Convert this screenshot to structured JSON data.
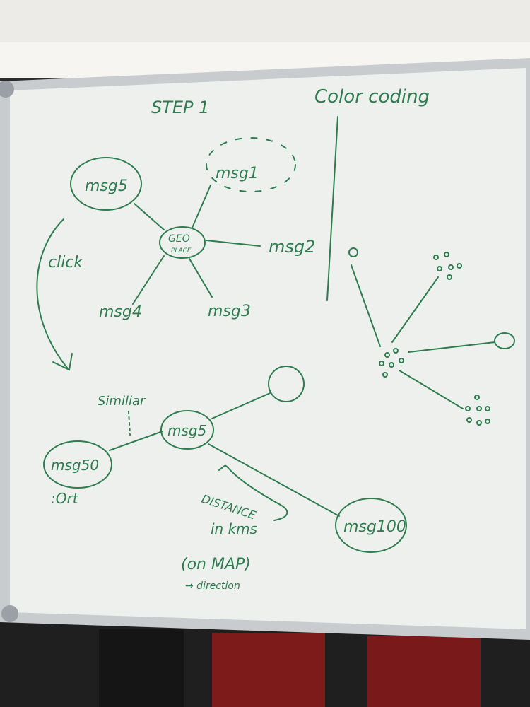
{
  "colors": {
    "ink": "#2e7d4f",
    "board": "#eef0ee",
    "frame": "#c9cccf",
    "ceiling": "#ecebe8",
    "floor": "#1f1f1f",
    "clothing_red": "#8a1c1c"
  },
  "left_panel": {
    "title": "STEP 1",
    "hub_line1": "GEO",
    "hub_line2": "PLACE",
    "nodes": [
      "msg5",
      "msg1",
      "msg2",
      "msg3",
      "msg4"
    ],
    "click_label": "click"
  },
  "right_panel": {
    "title": "Color coding"
  },
  "bottom_panel": {
    "similar_label": "Similiar",
    "center_node": "msg5",
    "left_node": "msg50",
    "left_sub": ":Ort",
    "right_node": "msg100",
    "distance_line1": "DISTANCE",
    "distance_line2": "in kms",
    "distance_line3": "(on MAP)",
    "direction_label": "→ direction"
  }
}
